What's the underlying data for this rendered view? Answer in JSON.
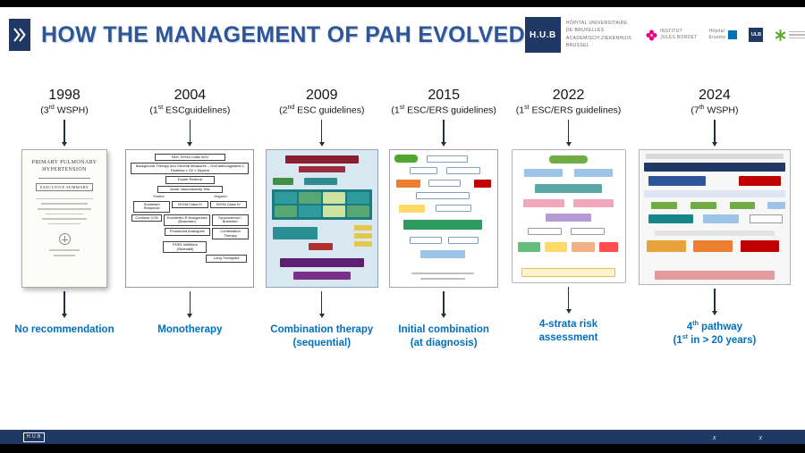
{
  "slide": {
    "title": "HOW THE MANAGEMENT OF PAH EVOLVED"
  },
  "header": {
    "hub_acronym": "H.U.B",
    "hub_name": [
      "HÔPITAL UNIVERSITAIRE",
      "DE BRUXELLES",
      "ACADEMISCH ZIEKENHUIS",
      "BRUSSEL"
    ],
    "partners": {
      "bordet": [
        "INSTITUT",
        "JULES BORDET"
      ],
      "erasme": [
        "Hôpital",
        "Erasme"
      ],
      "ulb": "ULB"
    }
  },
  "colors": {
    "navy": "#1f3864",
    "title_blue": "#2e5697",
    "caption_blue": "#0070c0"
  },
  "timeline": [
    {
      "year": "1998",
      "sub_pre": "(3",
      "sub_sup": "rd",
      "sub_post": " WSPH)",
      "cap1_pre": "No recommendation"
    },
    {
      "year": "2004",
      "sub_pre": "(1",
      "sub_sup": "st",
      "sub_post": " ESCguidelines)",
      "cap1_pre": "Monotherapy"
    },
    {
      "year": "2009",
      "sub_pre": "(2",
      "sub_sup": "nd",
      "sub_post": " ESC guidelines)",
      "cap1_pre": "Combination therapy",
      "cap2_pre": "(sequential)"
    },
    {
      "year": "2015",
      "sub_pre": "(1",
      "sub_sup": "st",
      "sub_post": " ESC/ERS guidelines)",
      "cap1_pre": "Initial combination",
      "cap2_pre": "(at diagnosis)"
    },
    {
      "year": "2022",
      "sub_pre": "(1",
      "sub_sup": "st",
      "sub_post": " ESC/ERS guidelines)",
      "cap1_pre": "4-strata risk assessment"
    },
    {
      "year": "2024",
      "sub_pre": "(7",
      "sub_sup": "th",
      "sub_post": " WSPH)",
      "cap1_pre": "4",
      "cap1_sup": "th",
      "cap1_post": " pathway",
      "cap2_pre": "(1",
      "cap2_sup": "st",
      "cap2_post": " in > 20 years)"
    }
  ],
  "thumbs": {
    "doc1998": {
      "title1": "PRIMARY PULMONARY",
      "title2": "HYPERTENSION",
      "exec": "EXECUTIVE SUMMARY"
    },
    "doc2004": {
      "b1": "PAH, NYHA Class III/IV",
      "b2": "Background Therapy and General Measures – Oral anticoagulants ± Diuretics ± O2 ± Digoxin",
      "b3": "Expert Referral",
      "b4": "Acute Vasoreactivity Test",
      "pos": "Positive",
      "neg": "Negative",
      "b5": "Sustained Response",
      "b6": "NYHA Class III",
      "b7": "NYHA Class IV",
      "b8": "Continue CCB",
      "b9": "Endothelin-R Antagonists (Bosentan)",
      "b10": "Epoprostenol / Bosentan",
      "b11": "Prostanoid Analogues",
      "b12": "Combination Therapy",
      "b13": "PDE5 Inhibitors (Sildenafil)",
      "b14": "Lung Transplant"
    }
  },
  "footer": {
    "hub": "H.U.B",
    "marks": [
      "x",
      "x"
    ]
  }
}
